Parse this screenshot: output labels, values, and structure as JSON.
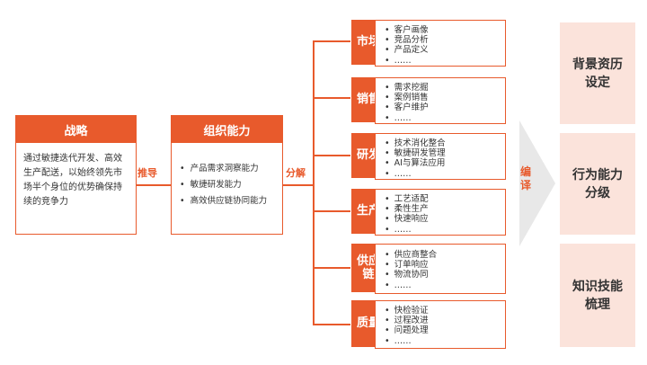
{
  "strategy": {
    "title": "战略",
    "desc": "通过敏捷迭代开发、高效生产配送，以始终领先市场半个身位的优势确保持续的竞争力"
  },
  "connector1": {
    "label": "推导"
  },
  "capability": {
    "title": "组织能力",
    "items": [
      "产品需求洞察能力",
      "敏捷研发能力",
      "高效供应链协同能力"
    ]
  },
  "connector2": {
    "label": "分解"
  },
  "categories": [
    {
      "name": "市场",
      "items": [
        "客户画像",
        "竞品分析",
        "产品定义",
        "……"
      ]
    },
    {
      "name": "销售",
      "items": [
        "需求挖掘",
        "案例销售",
        "客户维护",
        "……"
      ]
    },
    {
      "name": "研发",
      "items": [
        "技术消化整合",
        "敏捷研发管理",
        "AI与算法应用",
        "……"
      ]
    },
    {
      "name": "生产",
      "items": [
        "工艺适配",
        "柔性生产",
        "快速响应",
        "……"
      ]
    },
    {
      "name": "供应链",
      "items": [
        "供应商整合",
        "订单响应",
        "物流协同",
        "……"
      ]
    },
    {
      "name": "质量",
      "items": [
        "快检验证",
        "过程改进",
        "问题处理",
        "……"
      ]
    }
  ],
  "arrow": {
    "label": "编译"
  },
  "outputs": [
    "背景资历设定",
    "行为能力分级",
    "知识技能梳理"
  ],
  "colors": {
    "accent": "#e85a2c",
    "output_bg": "#fbe3db",
    "arrow": "#e8e8e8"
  }
}
